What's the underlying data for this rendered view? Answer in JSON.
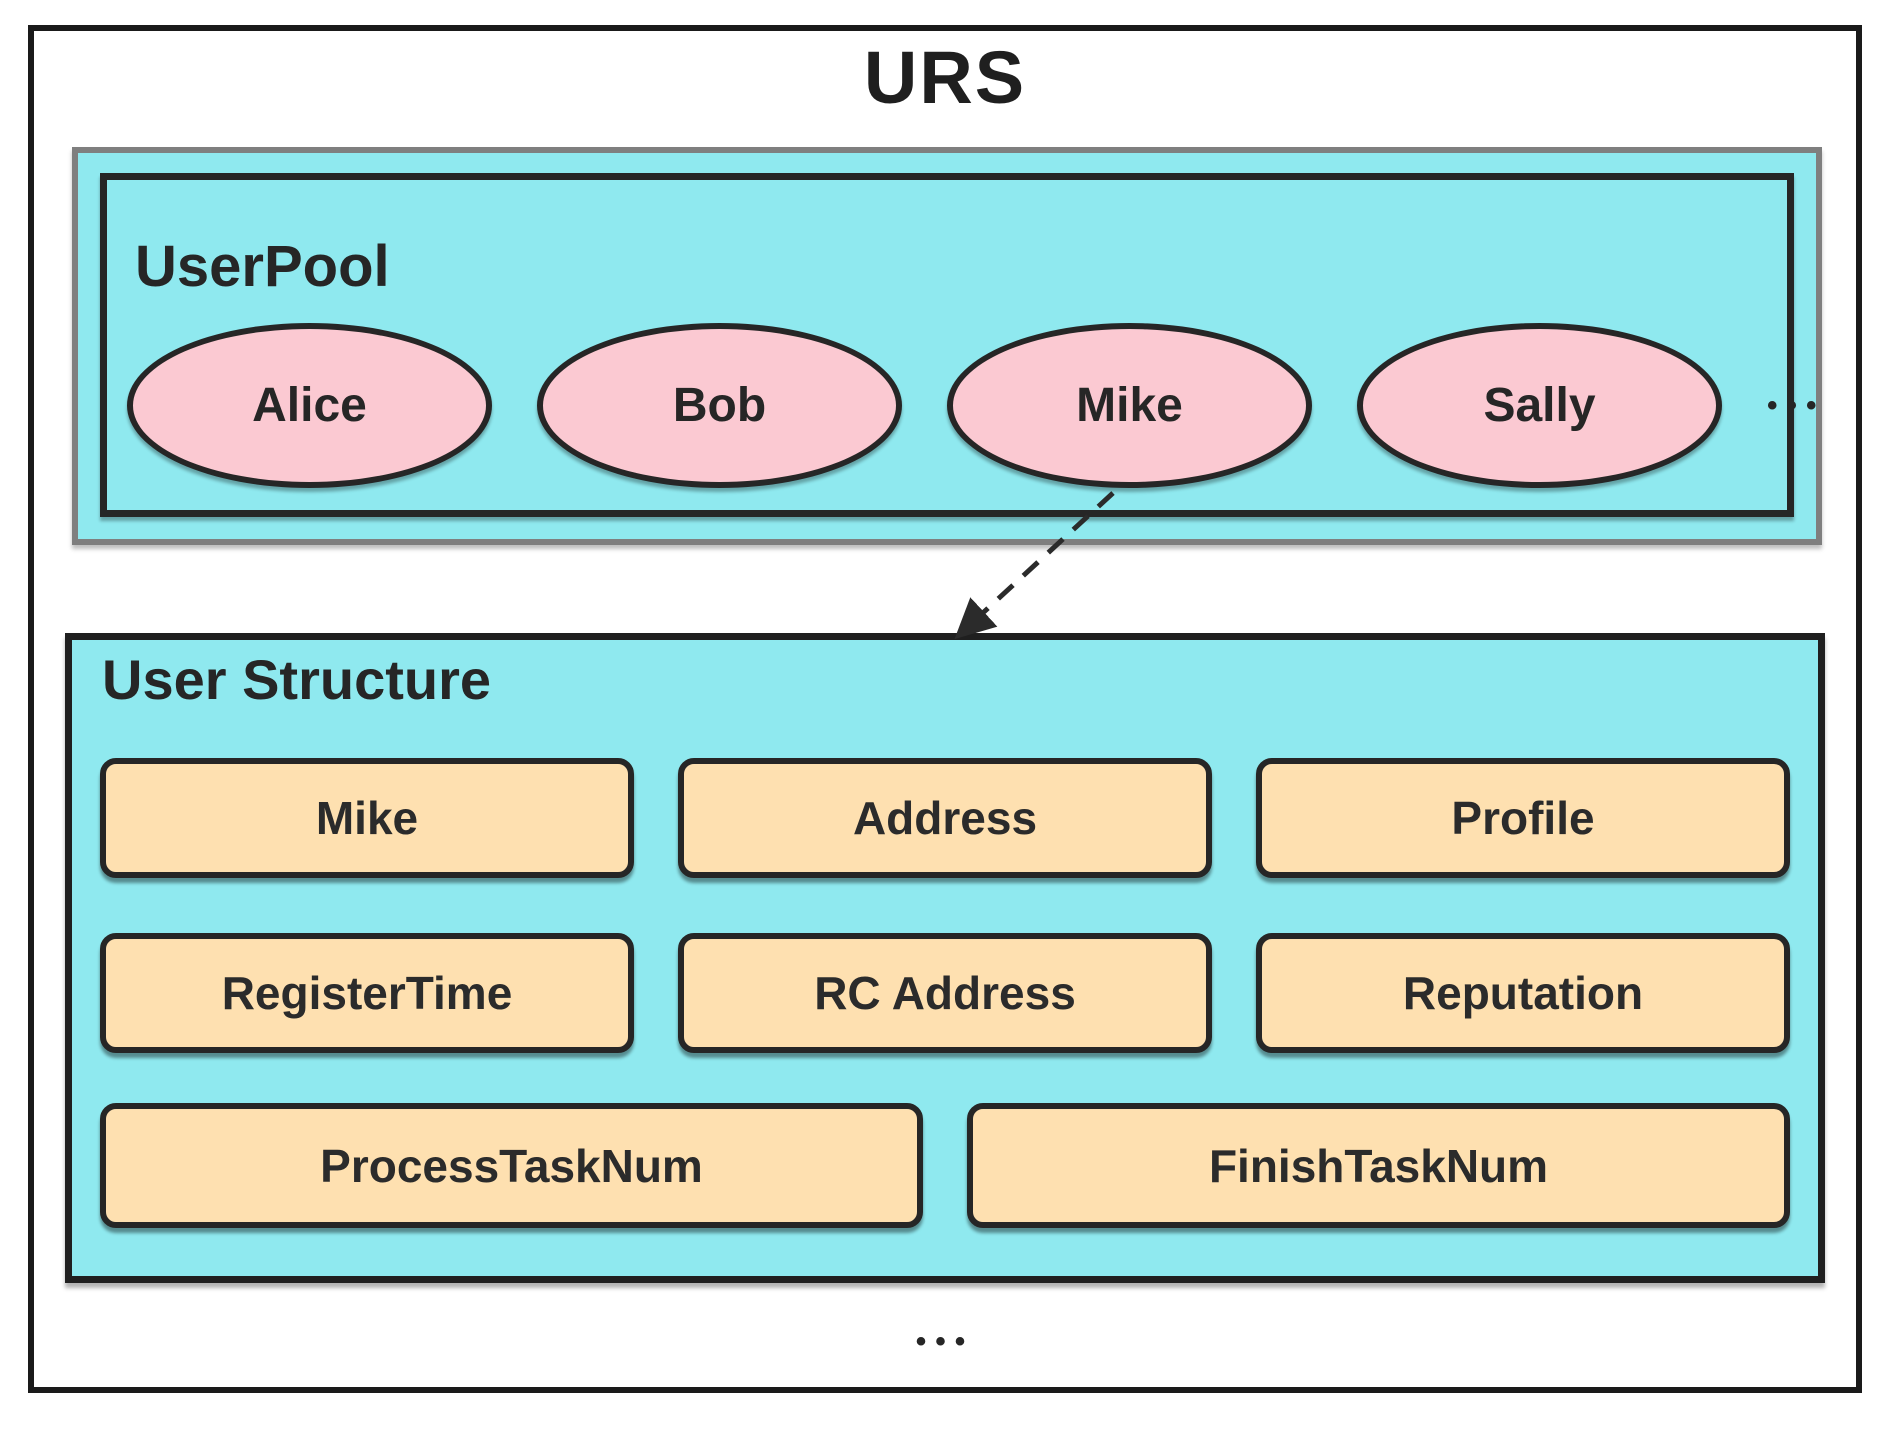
{
  "title": "URS",
  "user_pool": {
    "label": "UserPool",
    "users": [
      "Alice",
      "Bob",
      "Mike",
      "Sally"
    ],
    "ellipsis_dots": "•••"
  },
  "user_structure": {
    "label": "User Structure",
    "rows": [
      [
        "Mike",
        "Address",
        "Profile"
      ],
      [
        "RegisterTime",
        "RC Address",
        "Reputation"
      ],
      [
        "ProcessTaskNum",
        "FinishTaskNum"
      ]
    ]
  },
  "bottom_ellipsis_dots": "•••",
  "colors": {
    "pool_fill": "#8FE9EF",
    "user_ellipse_fill": "#FBC9D2",
    "field_fill": "#FEE0B0",
    "dark_border": "#262626",
    "outer_border": "#1a1a1a",
    "pool_outer_border": "#7f7f7f",
    "arrow": "#2b2b2b"
  }
}
